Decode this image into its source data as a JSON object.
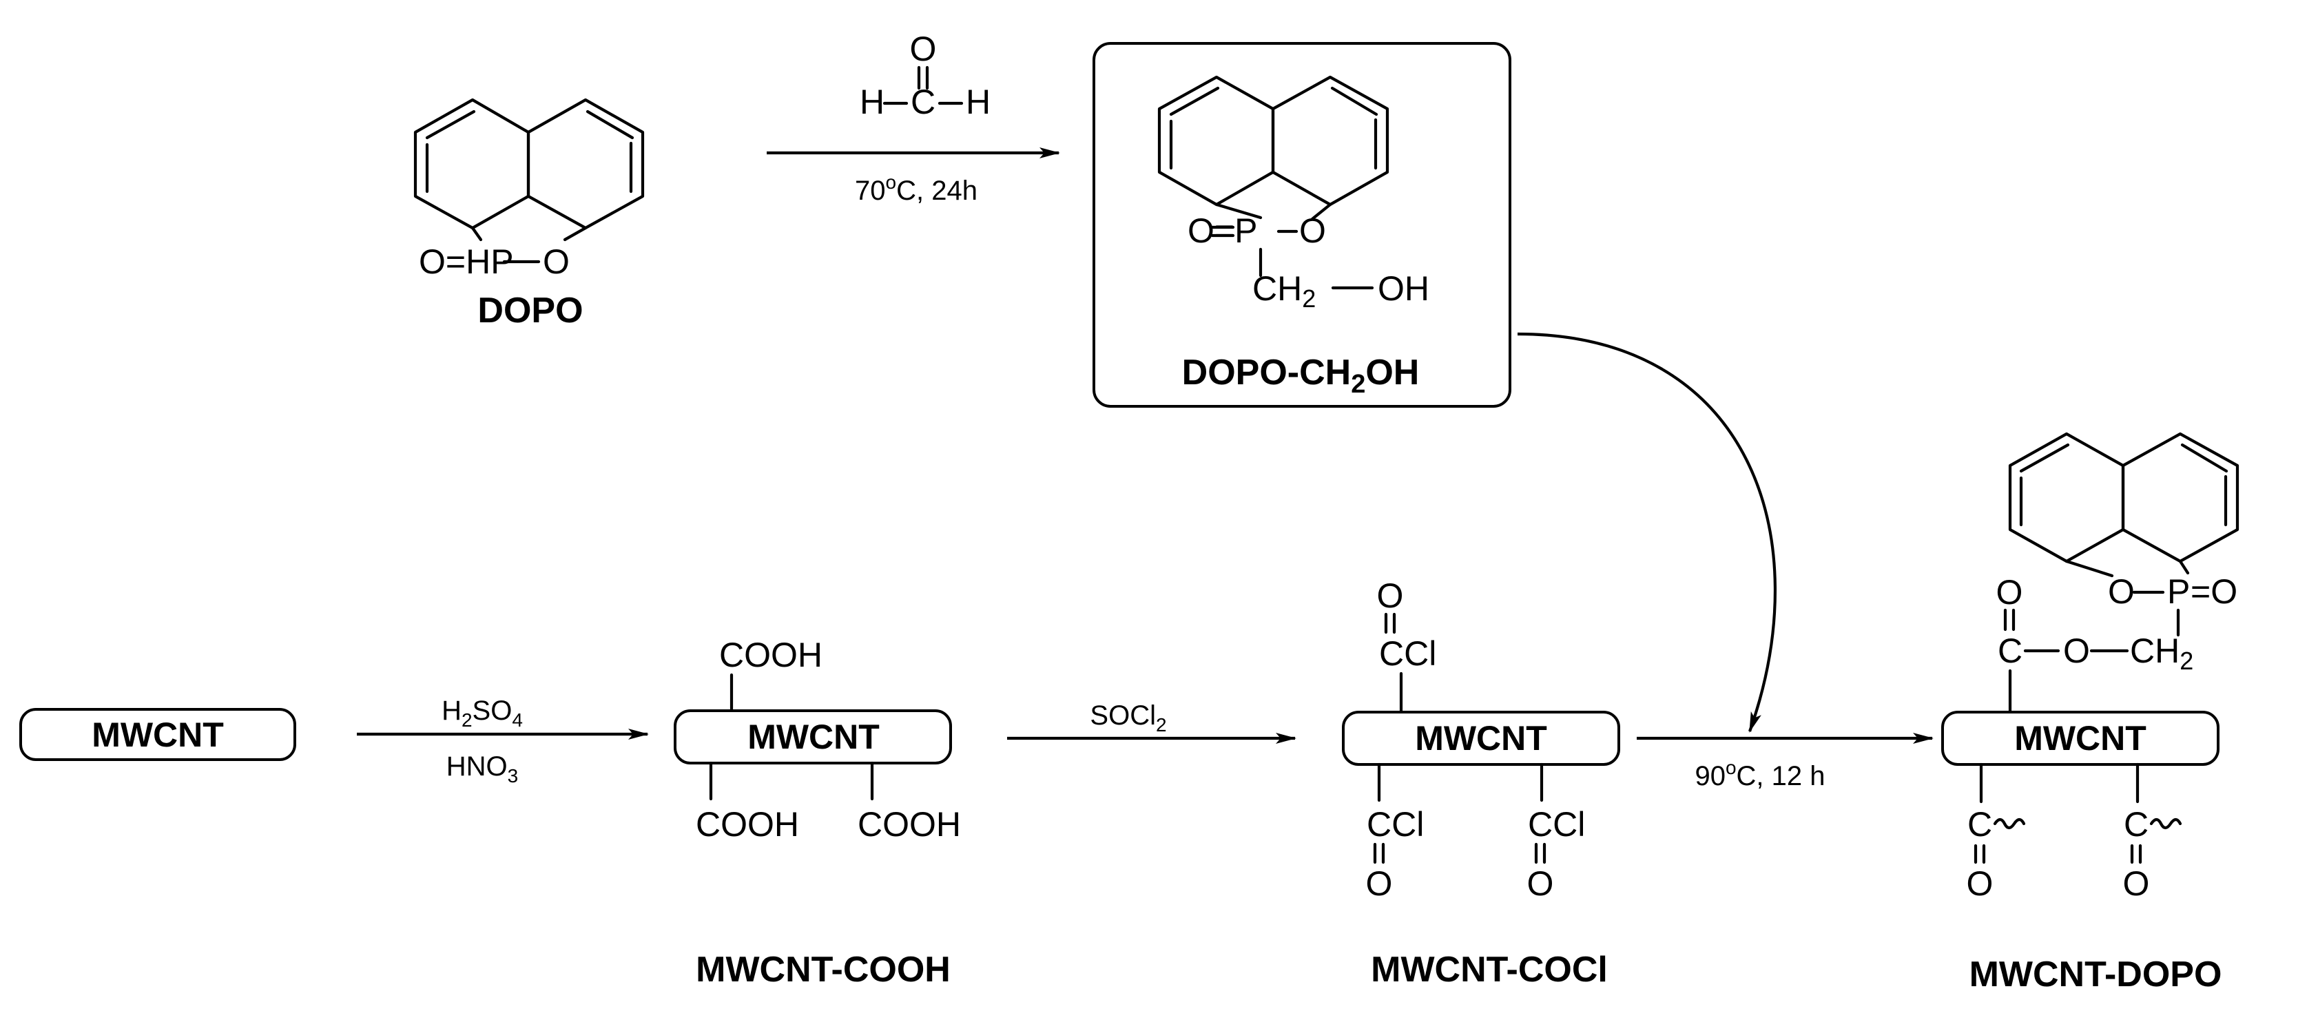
{
  "compounds": {
    "dopo": {
      "name": "DOPO",
      "p_group": "O=HP",
      "ring_o": "O"
    },
    "dopo_ch2oh": {
      "name_main": "DOPO-CH",
      "name_sub": "2",
      "name_end": "OH",
      "oxo": "O=P",
      "ring_o": "O",
      "ch2": "CH",
      "ch2_sub": "2",
      "oh": "OH"
    },
    "mwcnt": {
      "label": "MWCNT"
    },
    "mwcnt_cooh": {
      "name": "MWCNT-COOH",
      "core": "MWCNT",
      "group_top": "COOH",
      "group_left": "COOH",
      "group_right": "COOH"
    },
    "mwcnt_cocl": {
      "name": "MWCNT-COCl",
      "core": "MWCNT",
      "o": "O",
      "ccl": "CCl"
    },
    "mwcnt_dopo": {
      "name": "MWCNT-DOPO",
      "core": "MWCNT",
      "o": "O",
      "c": "C",
      "link_o": "O",
      "ch2": "CH",
      "ch2_sub": "2",
      "ring_o": "O",
      "p": "P",
      "p_o": "=O"
    }
  },
  "reagents": {
    "formaldehyde": {
      "o": "O",
      "h_left": "H",
      "c": "C",
      "h_right": "H",
      "condition": "70",
      "deg": "o",
      "condition_rest": "C, 24h"
    },
    "acids": {
      "h": "H",
      "sub1": "2",
      "so": "SO",
      "sub2": "4",
      "hno": "HNO",
      "sub3": "3"
    },
    "socl2": {
      "text": "SOCl",
      "sub": "2"
    },
    "coupling": {
      "condition": "90",
      "deg": "o",
      "condition_rest": "C, 12 h"
    }
  }
}
